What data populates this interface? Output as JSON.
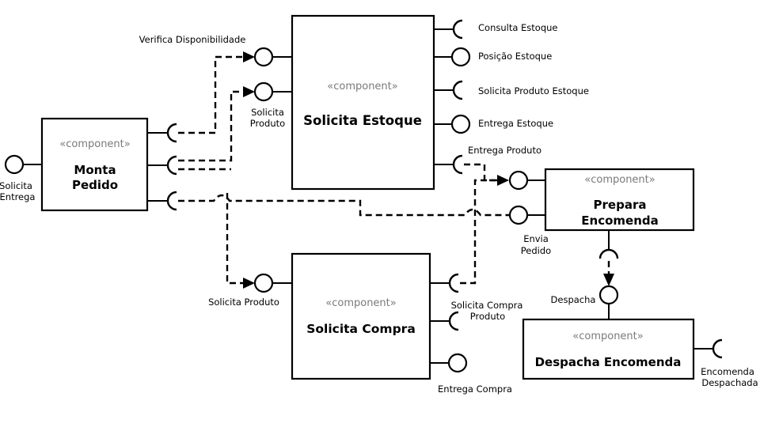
{
  "stereotype": "«component»",
  "components": {
    "monta_pedido": {
      "title_line1": "Monta",
      "title_line2": "Pedido"
    },
    "solicita_estoque": {
      "title": "Solicita Estoque"
    },
    "solicita_compra": {
      "title": "Solicita Compra"
    },
    "prepara_encomenda": {
      "title_line1": "Prepara",
      "title_line2": "Encomenda"
    },
    "despacha_encomenda": {
      "title": "Despacha Encomenda"
    }
  },
  "interfaces": {
    "solicita_entrega": {
      "line1": "Solicita",
      "line2": "Entrega"
    },
    "verifica_disponibilidade": "Verifica Disponibilidade",
    "solicita_produto_estoque_provided": {
      "line1": "Solicita",
      "line2": "Produto"
    },
    "consulta_estoque": "Consulta Estoque",
    "posicao_estoque": "Posição Estoque",
    "solicita_produto_estoque": "Solicita Produto Estoque",
    "entrega_estoque": "Entrega Estoque",
    "entrega_produto": "Entrega Produto",
    "envia_pedido": {
      "line1": "Envia",
      "line2": "Pedido"
    },
    "solicita_produto_compra": "Solicita Produto",
    "solicita_compra_produto": {
      "line1": "Solicita Compra",
      "line2": "Produto"
    },
    "entrega_compra": "Entrega Compra",
    "despacha": "Despacha",
    "encomenda_despachada": {
      "line1": "Encomenda",
      "line2": "Despachada"
    }
  }
}
